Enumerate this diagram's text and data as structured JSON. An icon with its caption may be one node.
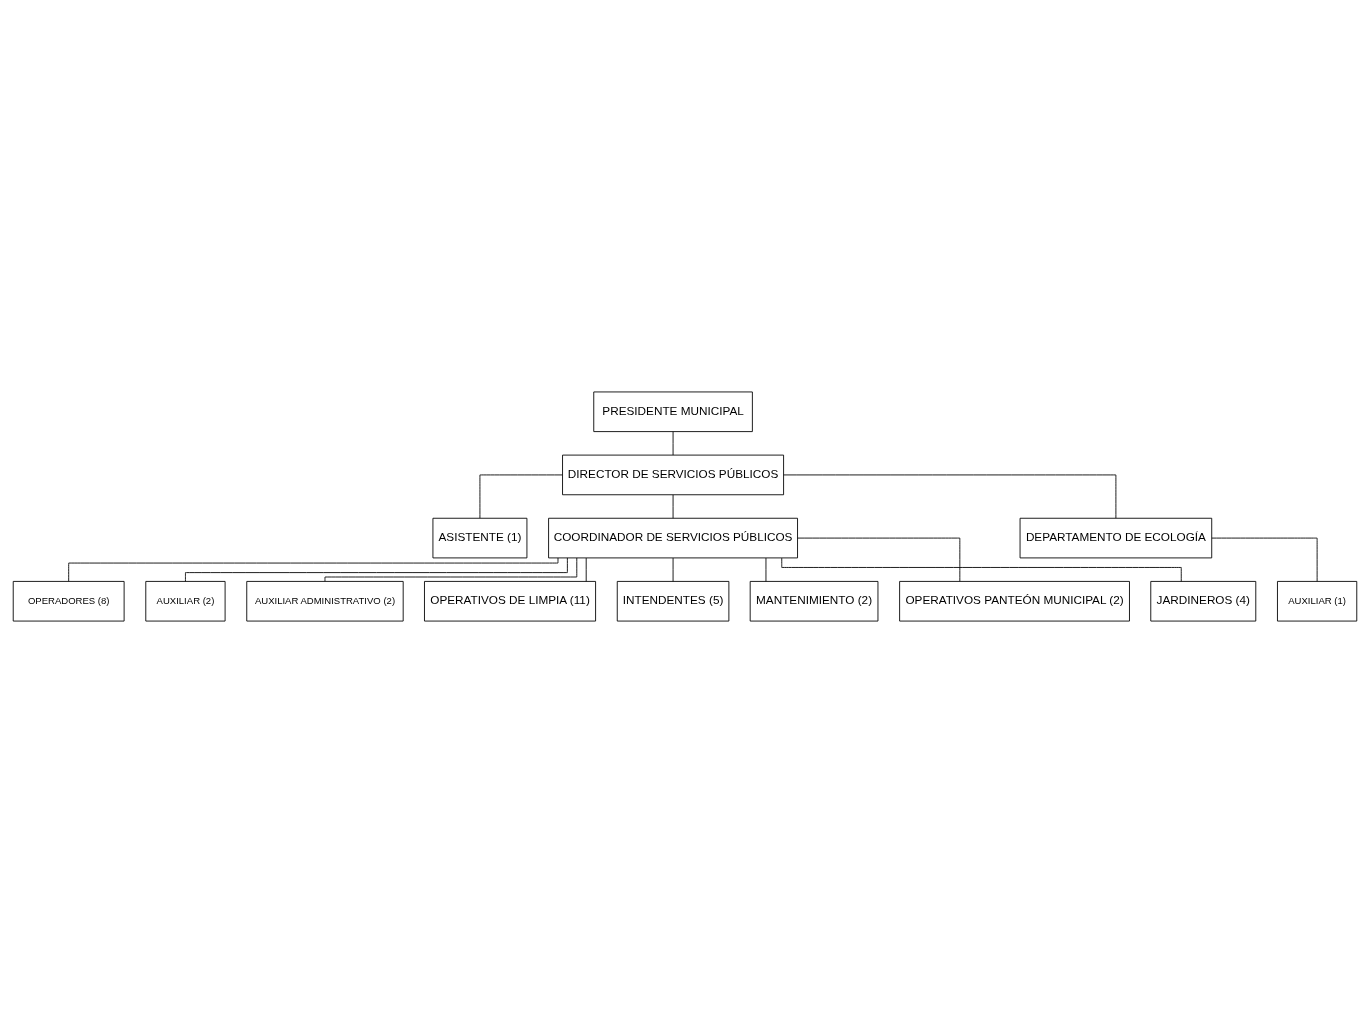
{
  "diagram": {
    "nodes": [
      {
        "text": [
          "PRESIDENTE MUNICIPAL"
        ]
      },
      {
        "text": [
          "DIRECTOR DE SERVICIOS PÚBLICOS"
        ]
      },
      {
        "text": [
          "ASISTENTE (1)"
        ]
      },
      {
        "text": [
          "COORDINADOR DE SERVICIOS PÚBLICOS"
        ]
      },
      {
        "text": [
          "DEPARTAMENTO DE ECOLOGÍA"
        ]
      },
      {
        "text": [
          "OPERADORES (8)"
        ]
      },
      {
        "text": [
          "AUXILIAR (2)"
        ]
      },
      {
        "text": [
          "AUXILIAR (1)"
        ]
      },
      {
        "text": [
          "AUXILIAR ADMINISTRATIVO (2)"
        ]
      },
      {
        "text": [
          "OPERATIVOS DE LIMPIA (11)"
        ]
      },
      {
        "text": [
          "INTENDENTES (5)"
        ]
      },
      {
        "text": [
          "MANTENIMIENTO (2)"
        ]
      },
      {
        "text": [
          "OPERATIVOS PANTEÓN MUNICIPAL (2)"
        ]
      },
      {
        "text": [
          "JARDINEROS (4)"
        ]
      }
    ],
    "edges": [
      {
        "from": 0,
        "to": 1,
        "arrow": "none"
      },
      {
        "from": 1,
        "to": 2,
        "arrow": "none"
      },
      {
        "from": 1,
        "to": 3,
        "arrow": "none"
      },
      {
        "from": 1,
        "to": 4,
        "arrow": "none"
      },
      {
        "from": 3,
        "to": 5,
        "arrow": "none"
      },
      {
        "from": 3,
        "to": 6,
        "arrow": "none"
      },
      {
        "from": 3,
        "to": 8,
        "arrow": "none"
      },
      {
        "from": 3,
        "to": 9,
        "arrow": "none"
      },
      {
        "from": 3,
        "to": 10,
        "arrow": "none"
      },
      {
        "from": 3,
        "to": 11,
        "arrow": "none"
      },
      {
        "from": 3,
        "to": 12,
        "arrow": "none"
      },
      {
        "from": 3,
        "to": 13,
        "arrow": "none"
      },
      {
        "from": 4,
        "to": 7,
        "arrow": "none"
      }
    ]
  }
}
